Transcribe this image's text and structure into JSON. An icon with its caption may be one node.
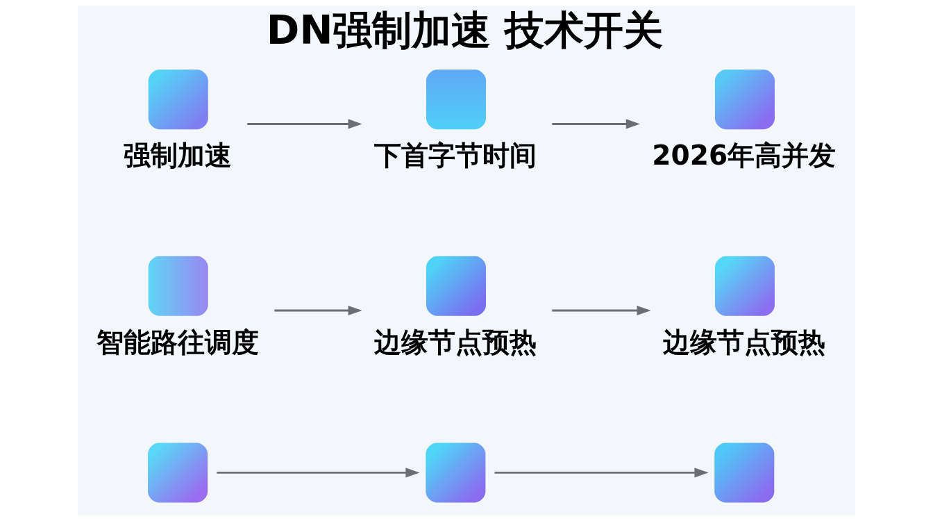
{
  "diagram": {
    "title": "DN强制加速 技术开关",
    "nodes": [
      {
        "text": [
          "强制加速"
        ]
      },
      {
        "text": [
          "下首字节时间"
        ]
      },
      {
        "text": [
          "2026年高并发"
        ]
      },
      {
        "text": [
          "智能路往调度"
        ]
      },
      {
        "text": [
          "边缘节点预热"
        ]
      },
      {
        "text": [
          "边缘节点预热"
        ]
      },
      {
        "text": [],
        "shape": "picture"
      },
      {
        "text": [],
        "shape": "picture"
      },
      {
        "text": [],
        "shape": "picture"
      }
    ],
    "edges": [
      {
        "from": 0,
        "to": 1,
        "arrow": "to"
      },
      {
        "from": 1,
        "to": 2,
        "arrow": "to"
      },
      {
        "from": 3,
        "to": 4,
        "arrow": "to"
      },
      {
        "from": 4,
        "to": 5,
        "arrow": "to"
      },
      {
        "from": 6,
        "to": 7,
        "arrow": "to"
      },
      {
        "from": 7,
        "to": 8,
        "arrow": "to"
      }
    ]
  }
}
